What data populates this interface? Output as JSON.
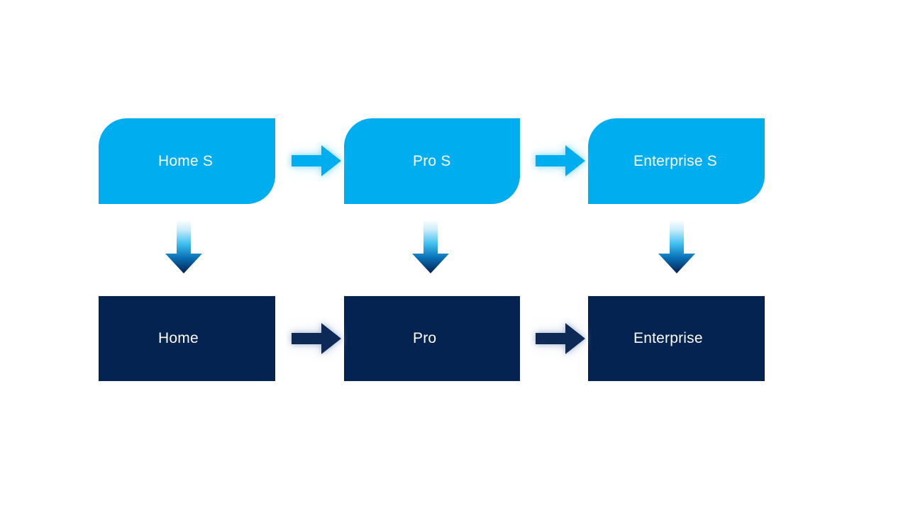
{
  "diagram": {
    "type": "flow",
    "background_color": "#ffffff",
    "colors": {
      "service_tier_fill": "#00adef",
      "base_tier_fill": "#052350",
      "label_text": "#ffffff",
      "down_arrow_gradient_top": "#ffffff",
      "down_arrow_gradient_mid": "#29b6ec",
      "down_arrow_gradient_bottom": "#052350"
    },
    "rows": [
      {
        "id": "service-tier-row",
        "tier": "service",
        "nodes": [
          {
            "id": "home-s",
            "label": "Home S"
          },
          {
            "id": "pro-s",
            "label": "Pro S"
          },
          {
            "id": "enterprise-s",
            "label": "Enterprise S"
          }
        ],
        "connectors": [
          {
            "id": "service-arrow-1",
            "icon": "arrow-right-icon",
            "from": "home-s",
            "to": "pro-s"
          },
          {
            "id": "service-arrow-2",
            "icon": "arrow-right-icon",
            "from": "pro-s",
            "to": "enterprise-s"
          }
        ]
      },
      {
        "id": "base-tier-row",
        "tier": "base",
        "nodes": [
          {
            "id": "home",
            "label": "Home"
          },
          {
            "id": "pro",
            "label": "Pro"
          },
          {
            "id": "enterprise",
            "label": "Enterprise"
          }
        ],
        "connectors": [
          {
            "id": "base-arrow-1",
            "icon": "arrow-right-icon",
            "from": "home",
            "to": "pro"
          },
          {
            "id": "base-arrow-2",
            "icon": "arrow-right-icon",
            "from": "pro",
            "to": "enterprise"
          }
        ]
      }
    ],
    "vertical_connectors": [
      {
        "id": "down-arrow-1",
        "icon": "arrow-down-icon",
        "from": "home-s",
        "to": "home"
      },
      {
        "id": "down-arrow-2",
        "icon": "arrow-down-icon",
        "from": "pro-s",
        "to": "pro"
      },
      {
        "id": "down-arrow-3",
        "icon": "arrow-down-icon",
        "from": "enterprise-s",
        "to": "enterprise"
      }
    ]
  }
}
